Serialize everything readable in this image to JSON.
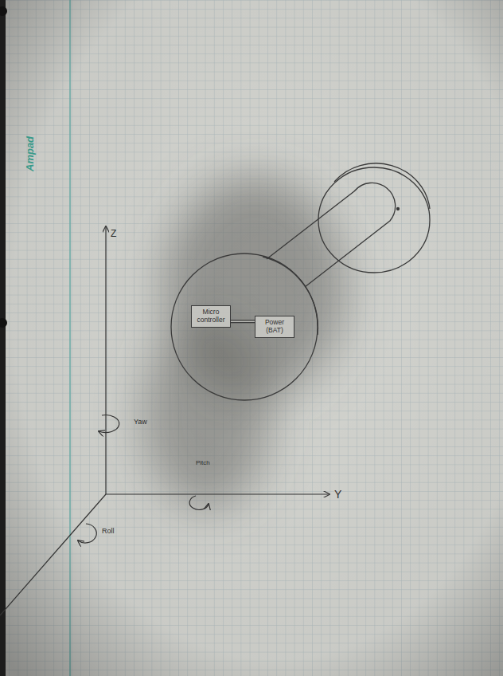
{
  "diagram": {
    "nodes": [
      {
        "text": [
          "Micro controller"
        ]
      },
      {
        "text": [
          "Power (BAT)"
        ]
      }
    ],
    "edges": [
      {
        "from": 0,
        "to": 1,
        "arrow": "none"
      }
    ],
    "labels": [
      "Ampad",
      "Z",
      "Yaw",
      "Pitch",
      "Y",
      "Roll"
    ]
  }
}
